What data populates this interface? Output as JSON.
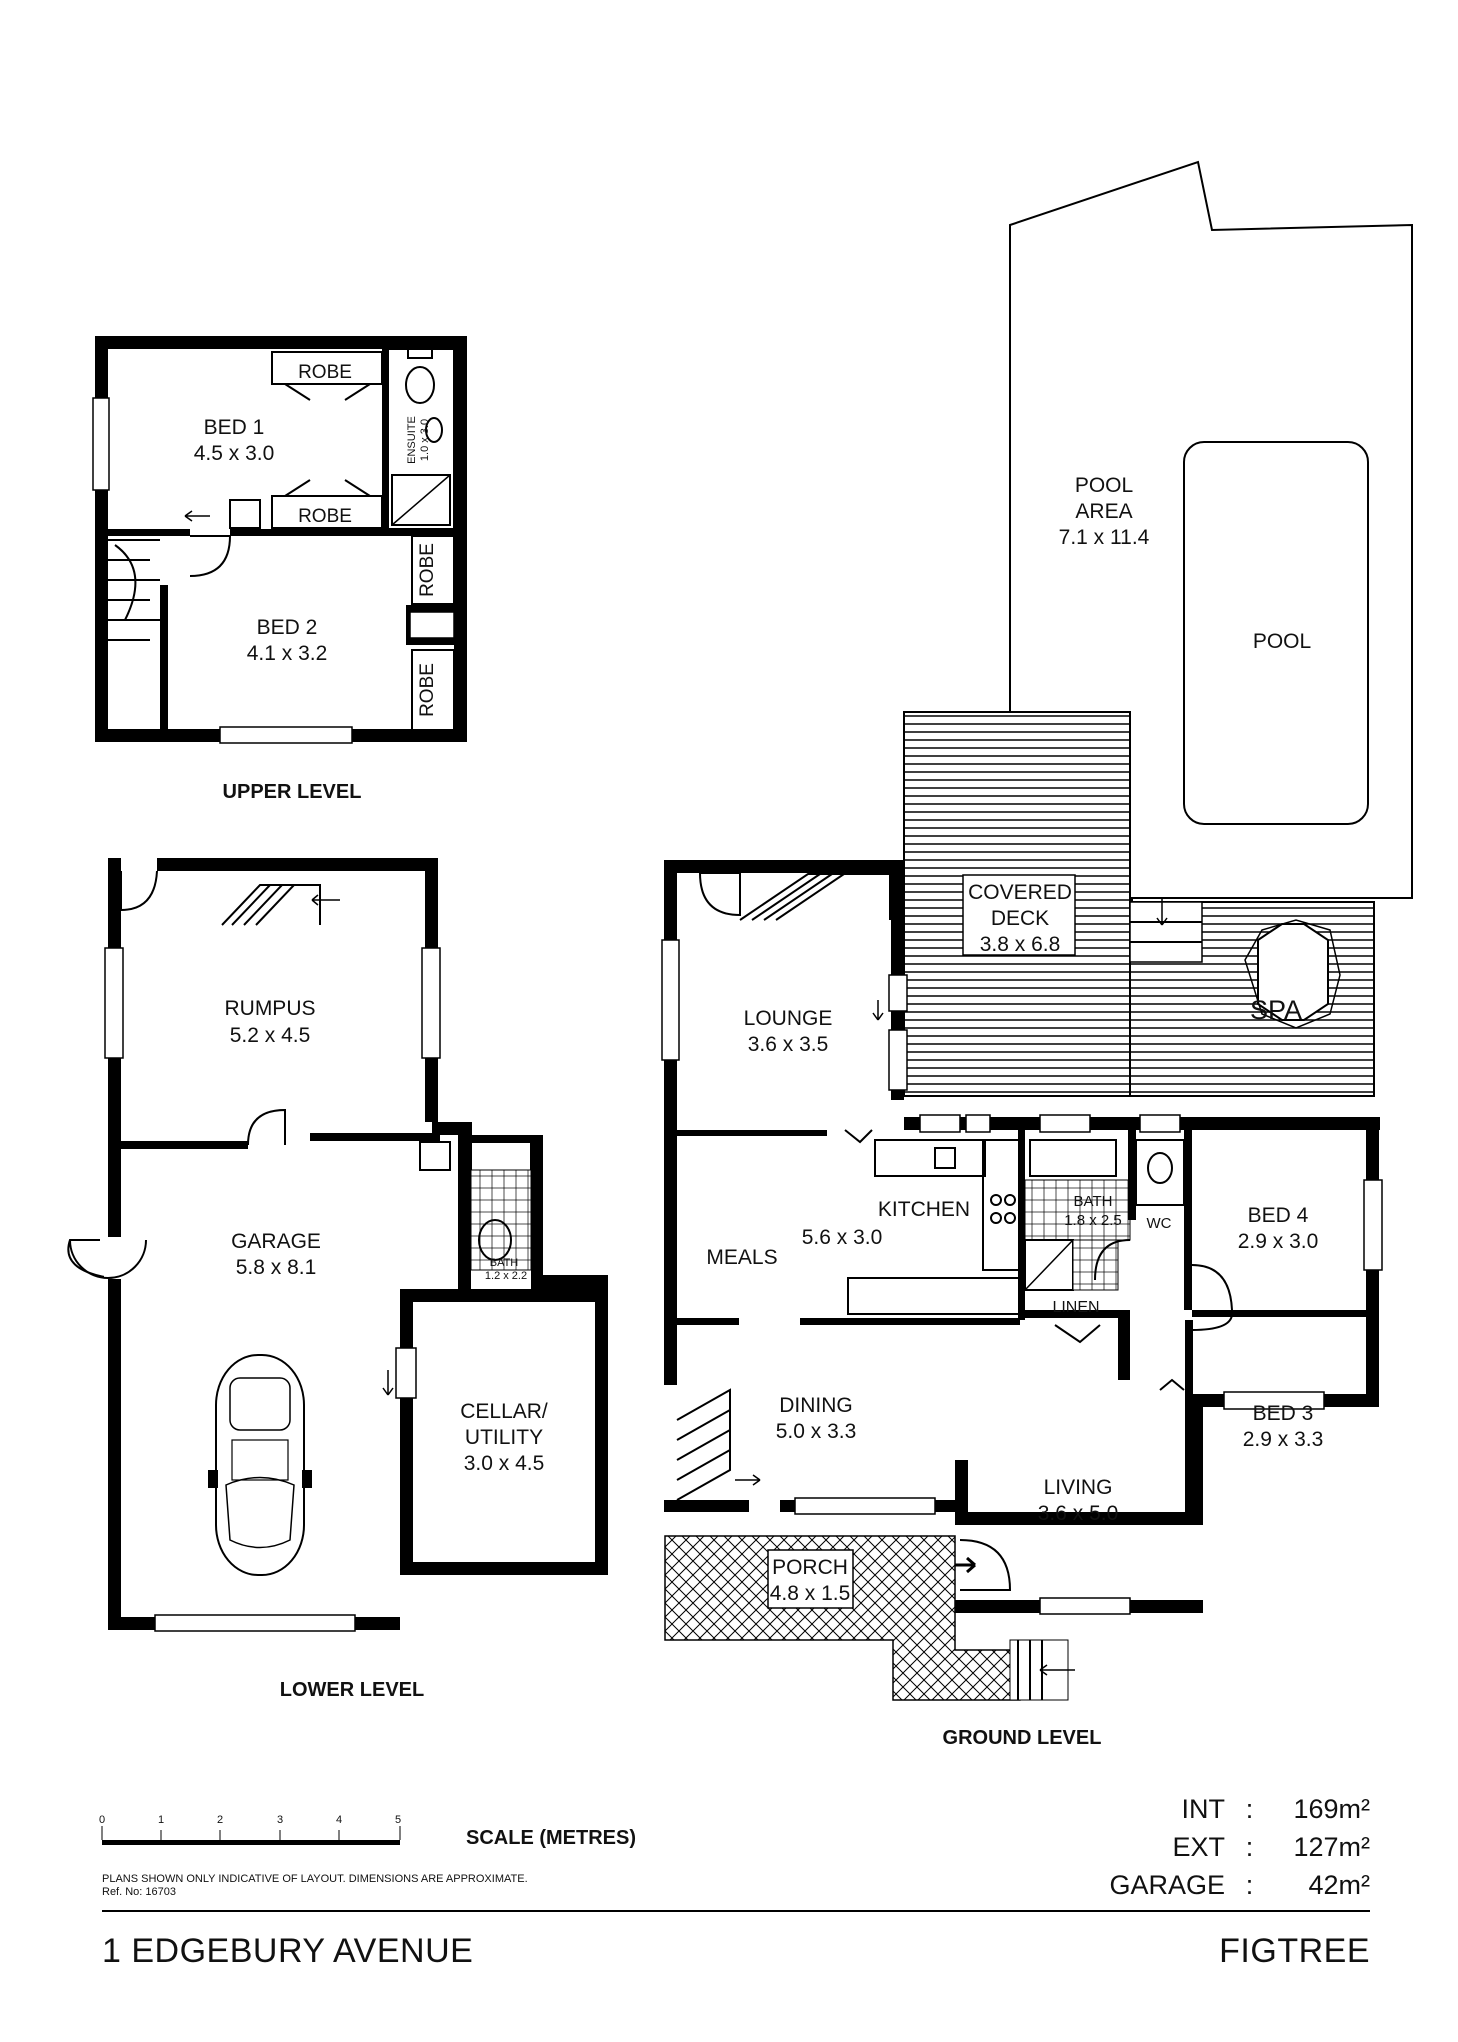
{
  "levels": {
    "upper": "UPPER LEVEL",
    "lower": "LOWER LEVEL",
    "ground": "GROUND LEVEL"
  },
  "rooms": {
    "bed1": {
      "name": "BED 1",
      "dims": "4.5 x 3.0"
    },
    "bed2": {
      "name": "BED 2",
      "dims": "4.1 x 3.2"
    },
    "robe": "ROBE",
    "ensuite": {
      "name": "ENSUITE",
      "dims": "1.0 x 3.0"
    },
    "rumpus": {
      "name": "RUMPUS",
      "dims": "5.2 x 4.5"
    },
    "garage": {
      "name": "GARAGE",
      "dims": "5.8 x 8.1"
    },
    "lower_bath": {
      "name": "BATH",
      "dims": "1.2 x 2.2"
    },
    "cellar": {
      "line1": "CELLAR/",
      "line2": "UTILITY",
      "dims": "3.0 x 4.5"
    },
    "pool_area": {
      "line1": "POOL",
      "line2": "AREA",
      "dims": "7.1 x 11.4"
    },
    "pool": "POOL",
    "covered_deck": {
      "line1": "COVERED",
      "line2": "DECK",
      "dims": "3.8 x 6.8"
    },
    "spa": "SPA",
    "lounge": {
      "name": "LOUNGE",
      "dims": "3.6 x 3.5"
    },
    "kitchen": "KITCHEN",
    "meals": "MEALS",
    "kitchen_dims": "5.6 x 3.0",
    "bath": {
      "name": "BATH",
      "dims": "1.8 x 2.5"
    },
    "wc": "WC",
    "bed4": {
      "name": "BED 4",
      "dims": "2.9 x 3.0"
    },
    "linen": "LINEN",
    "dining": {
      "name": "DINING",
      "dims": "5.0 x 3.3"
    },
    "bed3": {
      "name": "BED 3",
      "dims": "2.9 x 3.3"
    },
    "living": {
      "name": "LIVING",
      "dims": "3.6 x 5.0"
    },
    "porch": {
      "name": "PORCH",
      "dims": "4.8 x 1.5"
    }
  },
  "scale": {
    "ticks": [
      "0",
      "1",
      "2",
      "3",
      "4",
      "5"
    ],
    "label": "SCALE (METRES)"
  },
  "disclaimer": "PLANS SHOWN ONLY INDICATIVE OF LAYOUT.  DIMENSIONS ARE APPROXIMATE.",
  "ref": "Ref. No: 16703",
  "areas": [
    {
      "key": "INT",
      "sep": ":",
      "value": "169m²"
    },
    {
      "key": "EXT",
      "sep": ":",
      "value": "127m²"
    },
    {
      "key": "GARAGE",
      "sep": ":",
      "value": "42m²"
    }
  ],
  "address": "1 EDGEBURY AVENUE",
  "suburb": "FIGTREE",
  "colors": {
    "ink": "#000000",
    "paper": "#ffffff"
  }
}
